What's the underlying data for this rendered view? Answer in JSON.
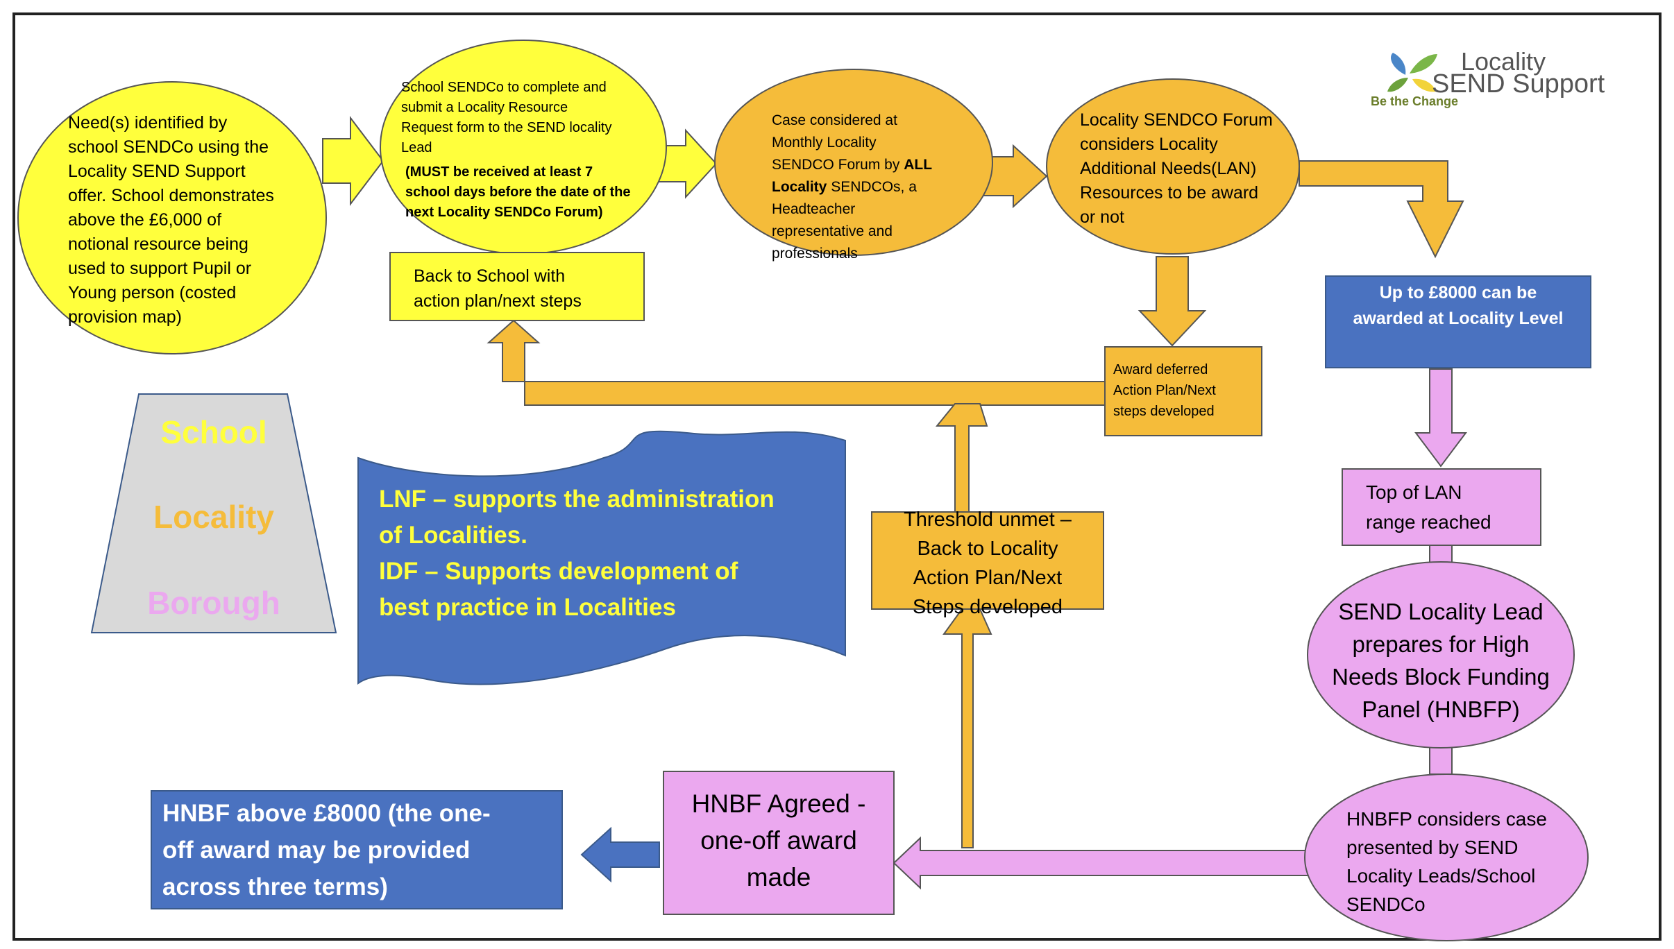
{
  "colors": {
    "yellow": "#ffff3c",
    "orange": "#f5bc3a",
    "blue": "#4a72c0",
    "pink": "#eba8ef",
    "grey": "#d9d9d9",
    "border": "#3b5a8a"
  },
  "logo": {
    "line1": "Locality",
    "line2": "SEND Support",
    "tagline": "Be the Change",
    "icon": "leaves-icon"
  },
  "nodes": {
    "need": "Need(s) identified by\nschool SENDCo using the\nLocality SEND Support\noffer. School demonstrates\nabove the £6,000 of\nnotional resource being\nused to support Pupil or\nYoung person (costed\nprovision map)",
    "submit": "School SENDCo to complete and\nsubmit a  Locality Resource\nRequest form to the SEND locality\nLead",
    "submit_bold": "(MUST be received at least 7\nschool days before the date of the\nnext Locality SENDCo Forum)",
    "case_a": "Case considered at\nMonthly Locality\nSENDCO Forum by ",
    "case_b": "ALL\nLocality",
    "case_c": " SENDCOs, a\nHeadteacher\nrepresentative and\nprofessionals",
    "forum": "Locality SENDCO Forum\nconsiders Locality\nAdditional Needs(LAN)\nResources to be award\nor not",
    "back_school": "Back to School with\naction plan/next steps",
    "up_to": "Up to £8000 can be\nawarded at Locality Level",
    "deferred": "Award deferred\nAction Plan/Next\nsteps developed",
    "threshold": "Threshold unmet –\nBack to Locality\nAction Plan/Next\nSteps developed",
    "top_lan": "Top of LAN\nrange reached",
    "send_lead": "SEND Locality Lead\nprepares for High\nNeeds Block Funding\nPanel (HNBFP)",
    "hnbfp": "HNBFP considers case\npresented by SEND\nLocality Leads/School\nSENDCo",
    "agreed": "HNBF Agreed -\none-off award\nmade",
    "hnbf_above": "HNBF above £8000 (the one-\noff award may be provided\nacross three terms)",
    "lnf": "LNF – supports the administration\nof Localities.\nIDF – Supports development of\nbest practice in Localities"
  },
  "pyramid": {
    "school": "School",
    "locality": "Locality",
    "borough": "Borough"
  }
}
